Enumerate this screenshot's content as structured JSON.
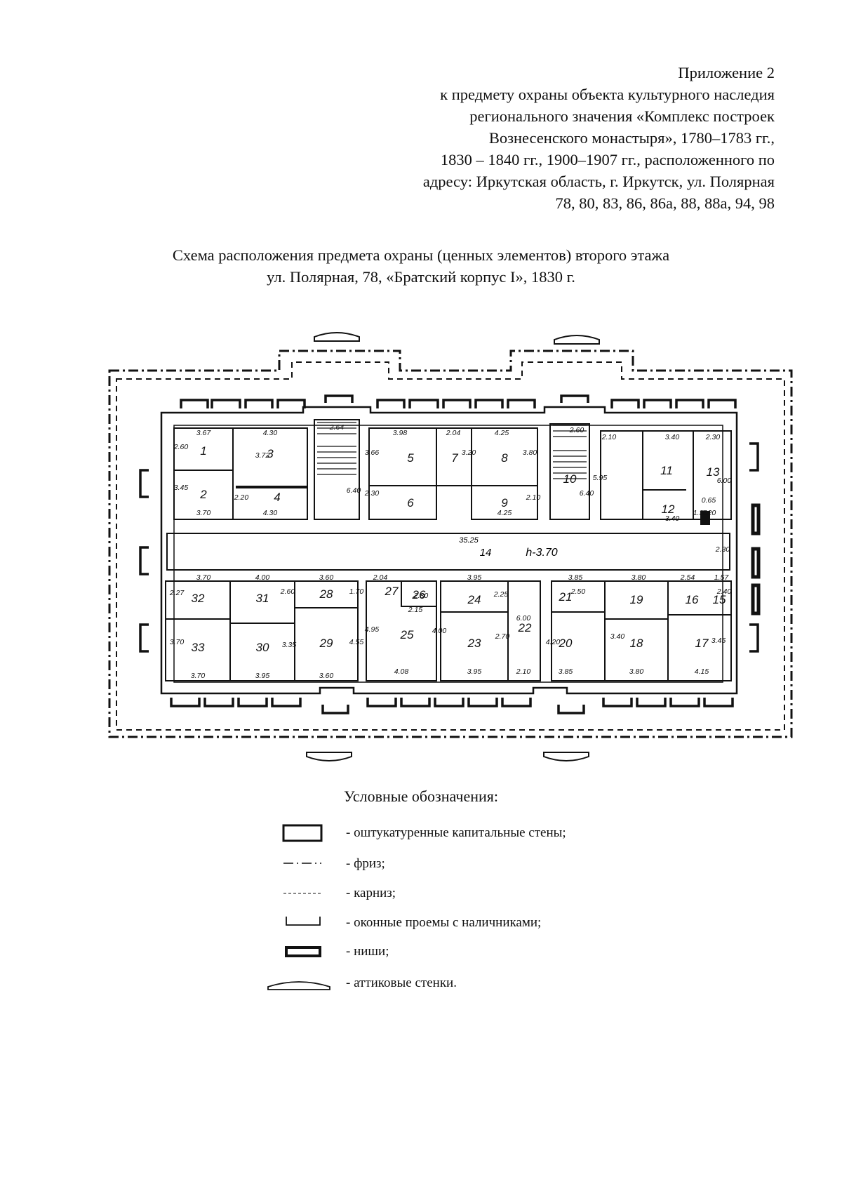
{
  "appendix": {
    "lines": [
      "Приложение 2",
      "к предмету охраны объекта культурного наследия",
      "регионального значения «Комплекс построек",
      "Вознесенского монастыря», 1780–1783 гг.,",
      "1830 – 1840 гг., 1900–1907 гг., расположенного по",
      "адресу: Иркутская область, г. Иркутск, ул. Полярная",
      "78, 80, 83, 86, 86а, 88, 88а, 94, 98"
    ]
  },
  "scheme_title": {
    "line1": "Схема расположения предмета охраны (ценных элементов) второго этажа",
    "line2": "ул. Полярная, 78, «Братский корпус I», 1830 г."
  },
  "plan": {
    "corridor_room": "14",
    "corridor_height": "h-3.70",
    "corridor_length": "35.25",
    "rooms": [
      {
        "num": "1"
      },
      {
        "num": "2"
      },
      {
        "num": "3"
      },
      {
        "num": "4"
      },
      {
        "num": "5"
      },
      {
        "num": "6"
      },
      {
        "num": "7"
      },
      {
        "num": "8"
      },
      {
        "num": "9"
      },
      {
        "num": "10"
      },
      {
        "num": "11"
      },
      {
        "num": "12"
      },
      {
        "num": "13"
      },
      {
        "num": "15"
      },
      {
        "num": "16"
      },
      {
        "num": "17"
      },
      {
        "num": "18"
      },
      {
        "num": "19"
      },
      {
        "num": "20"
      },
      {
        "num": "21"
      },
      {
        "num": "22"
      },
      {
        "num": "23"
      },
      {
        "num": "24"
      },
      {
        "num": "25"
      },
      {
        "num": "26"
      },
      {
        "num": "27"
      },
      {
        "num": "28"
      },
      {
        "num": "29"
      },
      {
        "num": "30"
      },
      {
        "num": "31"
      },
      {
        "num": "32"
      },
      {
        "num": "33"
      }
    ],
    "dimensions": [
      "3.67",
      "4.30",
      "2.64",
      "3.98",
      "2.04",
      "4.25",
      "2.60",
      "2.10",
      "3.40",
      "2.30",
      "2.60",
      "3.72",
      "3.45",
      "2.20",
      "3.70",
      "4.30",
      "6.40",
      "3.66",
      "2.30",
      "3.20",
      "3.80",
      "2.10",
      "4.25",
      "6.40",
      "5.95",
      "0.65",
      "1.30",
      "6.00",
      "3.40",
      "1.20",
      "3.70",
      "4.00",
      "3.60",
      "3.95",
      "2.04",
      "3.85",
      "3.80",
      "2.54",
      "1.57",
      "2.27",
      "2.60",
      "1.70",
      "2.80",
      "2.15",
      "2.25",
      "6.00",
      "2.50",
      "2.40",
      "3.70",
      "3.35",
      "4.55",
      "4.95",
      "4.00",
      "2.70",
      "4.20",
      "3.40",
      "3.45",
      "3.70",
      "3.95",
      "3.60",
      "4.08",
      "3.95",
      "2.10",
      "3.85",
      "3.80",
      "4.15",
      "2.30"
    ]
  },
  "legend": {
    "title": "Условные обозначения:",
    "items": [
      {
        "label": "- оштукатуренные капитальные стены;",
        "icon": "rectangle-outline"
      },
      {
        "label": "- фриз;",
        "icon": "dash-dot-line"
      },
      {
        "label": "- карниз;",
        "icon": "dashed-line"
      },
      {
        "label": "- оконные проемы с наличниками;",
        "icon": "bracket"
      },
      {
        "label": "- ниши;",
        "icon": "thick-rectangle"
      },
      {
        "label": "- аттиковые стенки.",
        "icon": "arched-bar"
      }
    ]
  }
}
